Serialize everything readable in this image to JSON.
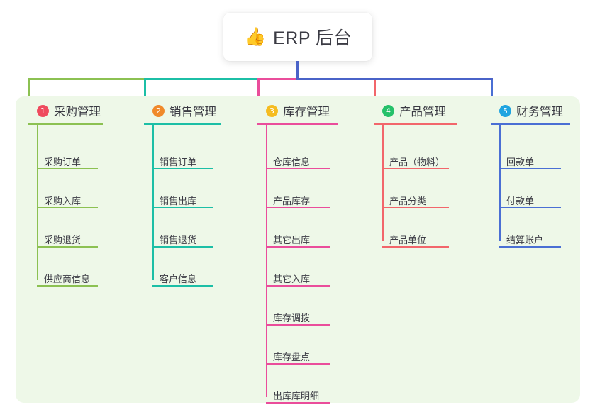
{
  "title": {
    "emoji": "👍",
    "emoji_name": "thumbs-up-icon",
    "text": "ERP 后台"
  },
  "colors": {
    "background": "#ffffff",
    "panel": "#eef8e8",
    "root_connector": "#4a63c8",
    "text": "#3b3b44"
  },
  "columns": [
    {
      "number": "1",
      "title": "采购管理",
      "accent": "#8cc152",
      "badge_color": "#ef4b5e",
      "items": [
        "采购订单",
        "采购入库",
        "采购退货",
        "供应商信息"
      ]
    },
    {
      "number": "2",
      "title": "销售管理",
      "accent": "#1cbfa6",
      "badge_color": "#f08a2b",
      "items": [
        "销售订单",
        "销售出库",
        "销售退货",
        "客户信息"
      ]
    },
    {
      "number": "3",
      "title": "库存管理",
      "accent": "#ea4d9b",
      "badge_color": "#f5bc20",
      "items": [
        "仓库信息",
        "产品库存",
        "其它出库",
        "其它入库",
        "库存调拨",
        "库存盘点",
        "出库库明细"
      ]
    },
    {
      "number": "4",
      "title": "产品管理",
      "accent": "#f2666b",
      "badge_color": "#25c16a",
      "items": [
        "产品（物料）",
        "产品分类",
        "产品单位"
      ]
    },
    {
      "number": "5",
      "title": "财务管理",
      "accent": "#4a6fd4",
      "badge_color": "#1fa4e0",
      "items": [
        "回款单",
        "付款单",
        "结算账户"
      ]
    }
  ]
}
